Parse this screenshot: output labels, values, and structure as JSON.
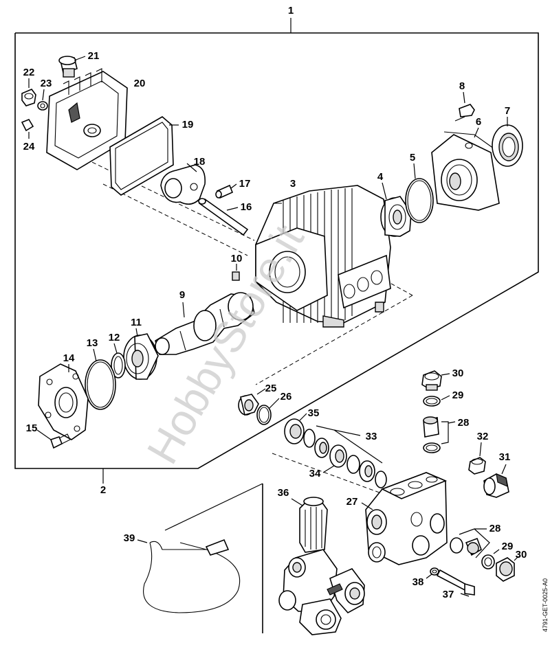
{
  "callouts": [
    {
      "id": "1",
      "text": "1"
    },
    {
      "id": "2",
      "text": "2"
    },
    {
      "id": "3",
      "text": "3"
    },
    {
      "id": "4",
      "text": "4"
    },
    {
      "id": "5",
      "text": "5"
    },
    {
      "id": "6",
      "text": "6"
    },
    {
      "id": "7",
      "text": "7"
    },
    {
      "id": "8",
      "text": "8"
    },
    {
      "id": "9",
      "text": "9"
    },
    {
      "id": "10",
      "text": "10"
    },
    {
      "id": "11",
      "text": "11"
    },
    {
      "id": "12",
      "text": "12"
    },
    {
      "id": "13",
      "text": "13"
    },
    {
      "id": "14",
      "text": "14"
    },
    {
      "id": "15",
      "text": "15"
    },
    {
      "id": "16",
      "text": "16"
    },
    {
      "id": "17",
      "text": "17"
    },
    {
      "id": "18",
      "text": "18"
    },
    {
      "id": "19",
      "text": "19"
    },
    {
      "id": "20",
      "text": "20"
    },
    {
      "id": "21",
      "text": "21"
    },
    {
      "id": "22",
      "text": "22"
    },
    {
      "id": "23",
      "text": "23"
    },
    {
      "id": "24",
      "text": "24"
    },
    {
      "id": "25",
      "text": "25"
    },
    {
      "id": "26",
      "text": "26"
    },
    {
      "id": "27",
      "text": "27"
    },
    {
      "id": "28a",
      "text": "28"
    },
    {
      "id": "28b",
      "text": "28"
    },
    {
      "id": "29a",
      "text": "29"
    },
    {
      "id": "29b",
      "text": "29"
    },
    {
      "id": "30a",
      "text": "30"
    },
    {
      "id": "30b",
      "text": "30"
    },
    {
      "id": "31",
      "text": "31"
    },
    {
      "id": "32",
      "text": "32"
    },
    {
      "id": "33",
      "text": "33"
    },
    {
      "id": "34",
      "text": "34"
    },
    {
      "id": "35",
      "text": "35"
    },
    {
      "id": "36",
      "text": "36"
    },
    {
      "id": "37",
      "text": "37"
    },
    {
      "id": "38",
      "text": "38"
    },
    {
      "id": "39",
      "text": "39"
    }
  ],
  "drawing_code": "4791-GET-0025-A0",
  "watermark": "HobbyStore.it"
}
